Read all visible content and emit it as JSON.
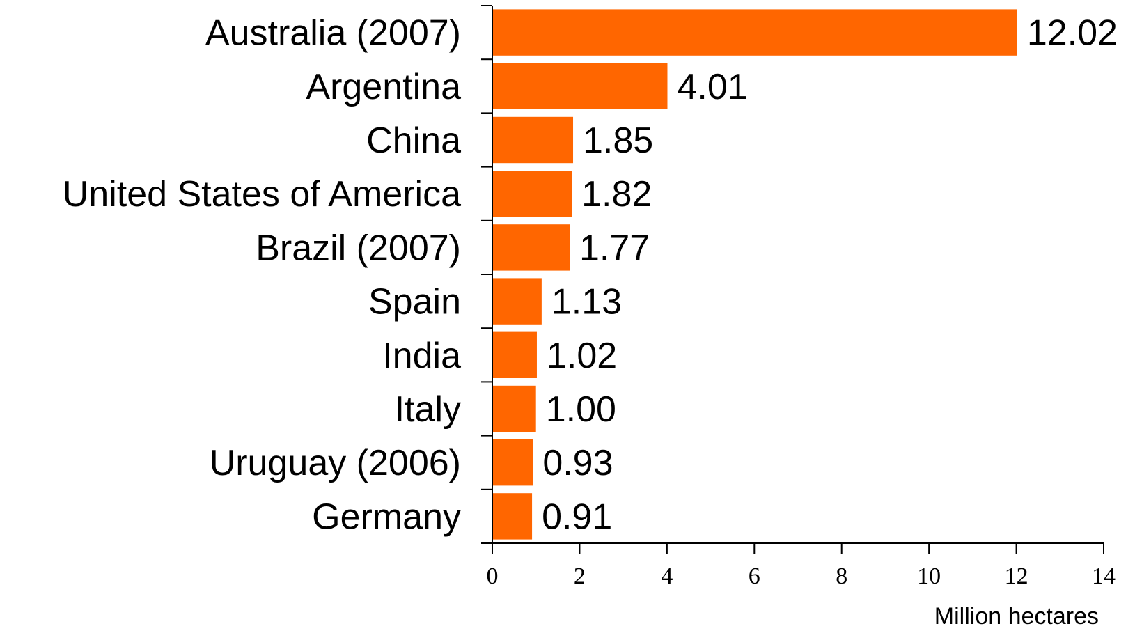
{
  "chart_data": {
    "type": "bar",
    "orientation": "horizontal",
    "categories": [
      "Australia (2007)",
      "Argentina",
      "China",
      "United States of America",
      "Brazil (2007)",
      "Spain",
      "India",
      "Italy",
      "Uruguay (2006)",
      "Germany"
    ],
    "values": [
      12.02,
      4.01,
      1.85,
      1.82,
      1.77,
      1.13,
      1.02,
      1.0,
      0.93,
      0.91
    ],
    "value_labels": [
      "12.02",
      "4.01",
      "1.85",
      "1.82",
      "1.77",
      "1.13",
      "1.02",
      "1.00",
      "0.93",
      "0.91"
    ],
    "xlabel": "Million hectares",
    "xlim": [
      0,
      14
    ],
    "xticks": [
      0,
      2,
      4,
      6,
      8,
      10,
      12,
      14
    ],
    "grid": false,
    "bar_color": "#ff6600"
  }
}
